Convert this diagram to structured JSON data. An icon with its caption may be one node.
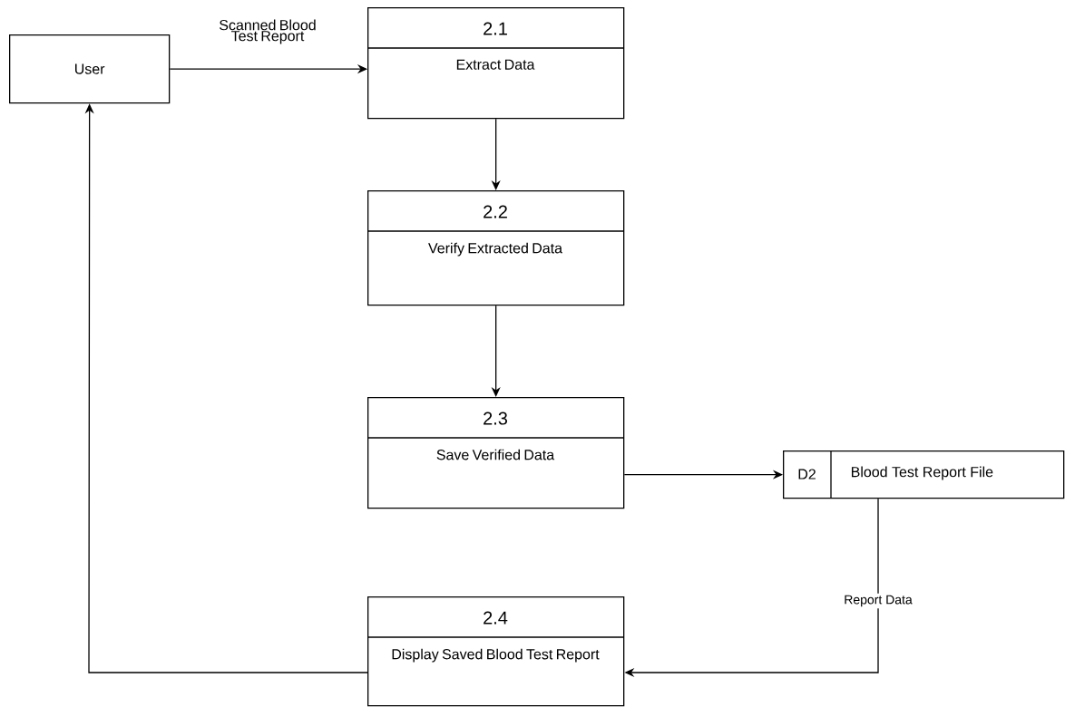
{
  "diagram": {
    "nodes": [
      {
        "text": [
          "User"
        ]
      },
      {
        "text": [
          "2.1",
          "Extract Data"
        ]
      },
      {
        "text": [
          "2.2",
          "Verify Extracted Data"
        ]
      },
      {
        "text": [
          "2.3",
          "Save Verified Data"
        ]
      },
      {
        "text": [
          "2.4",
          "Display Saved Blood Test Report"
        ]
      },
      {
        "text": [
          "D2",
          "Blood Test Report File"
        ]
      }
    ],
    "edges": [
      {
        "from": 0,
        "to": 1,
        "arrow": "to",
        "label": "Scanned Blood Test Report"
      },
      {
        "from": 1,
        "to": 2,
        "arrow": "to"
      },
      {
        "from": 2,
        "to": 3,
        "arrow": "to"
      },
      {
        "from": 3,
        "to": 5,
        "arrow": "to"
      },
      {
        "from": 5,
        "to": 4,
        "arrow": "to",
        "label": "Report Data"
      },
      {
        "from": 4,
        "to": 0,
        "arrow": "to"
      }
    ]
  }
}
